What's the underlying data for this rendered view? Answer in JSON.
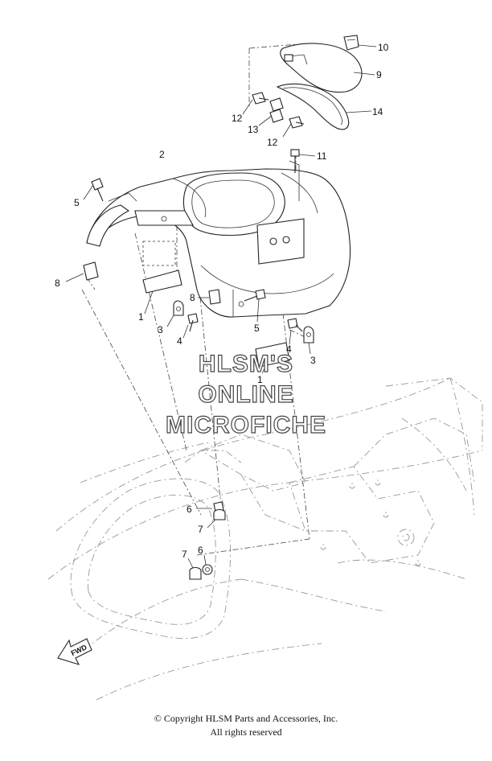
{
  "callouts": [
    {
      "id": "c1a",
      "text": "1"
    },
    {
      "id": "c1b",
      "text": "1"
    },
    {
      "id": "c2",
      "text": "2"
    },
    {
      "id": "c3a",
      "text": "3"
    },
    {
      "id": "c3b",
      "text": "3"
    },
    {
      "id": "c4a",
      "text": "4"
    },
    {
      "id": "c4b",
      "text": "4"
    },
    {
      "id": "c5a",
      "text": "5"
    },
    {
      "id": "c5b",
      "text": "5"
    },
    {
      "id": "c6a",
      "text": "6"
    },
    {
      "id": "c6b",
      "text": "6"
    },
    {
      "id": "c7a",
      "text": "7"
    },
    {
      "id": "c7b",
      "text": "7"
    },
    {
      "id": "c8a",
      "text": "8"
    },
    {
      "id": "c8b",
      "text": "8"
    },
    {
      "id": "c9",
      "text": "9"
    },
    {
      "id": "c10",
      "text": "10"
    },
    {
      "id": "c11",
      "text": "11"
    },
    {
      "id": "c12a",
      "text": "12"
    },
    {
      "id": "c12b",
      "text": "12"
    },
    {
      "id": "c13",
      "text": "13"
    },
    {
      "id": "c14",
      "text": "14"
    }
  ],
  "watermark": {
    "line1": "HLSM'S",
    "line2": "ONLINE",
    "line3": "MICROFICHE"
  },
  "fwd_arrow": {
    "label": "FWD"
  },
  "footer": {
    "copyright": "© Copyright HLSM Parts and Accessories, Inc.",
    "rights": "All rights reserved"
  }
}
